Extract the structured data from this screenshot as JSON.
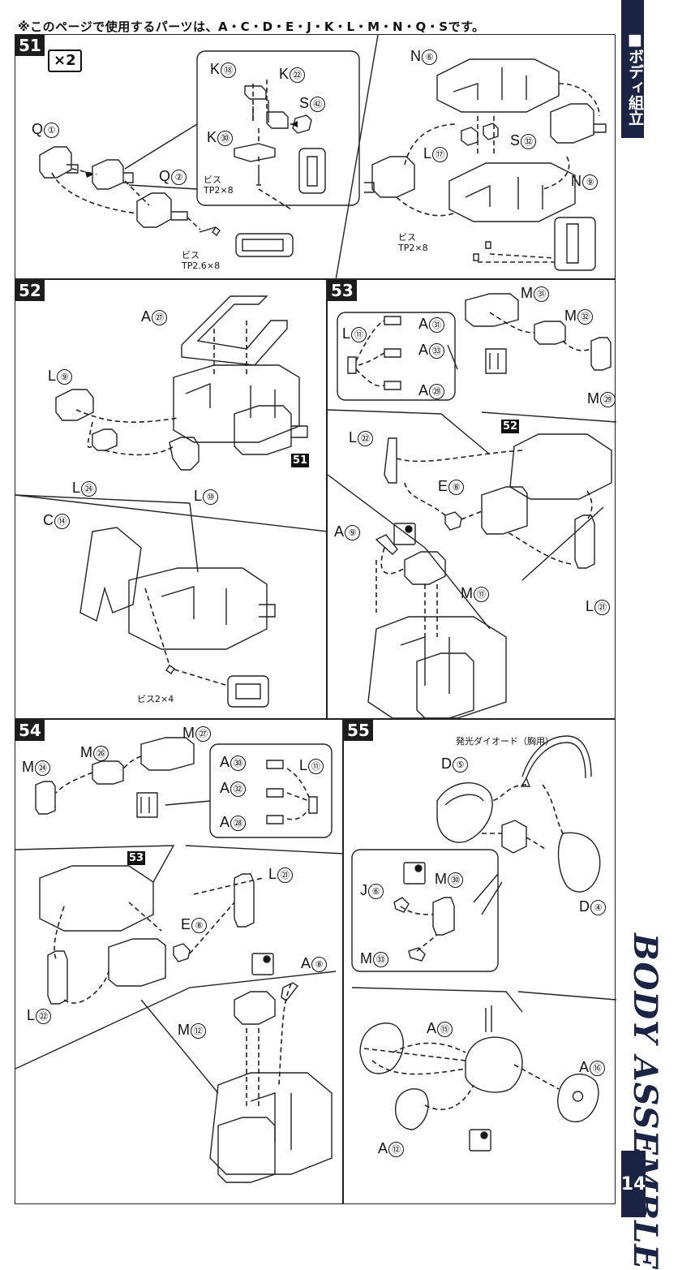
{
  "header": {
    "note": "※このページで使用するパーツは、A・C・D・E・J・K・L・M・N・Q・Sです。"
  },
  "sidebar": {
    "jp_title": "■ボディ組立",
    "en_title": "BODY ASSEMBLE",
    "page_number": "14"
  },
  "steps": {
    "s51": {
      "number": "51",
      "multiplier": "×2",
      "labels": [
        {
          "id": "q1",
          "ltr": "Q",
          "num": "①"
        },
        {
          "id": "q2",
          "ltr": "Q",
          "num": "②"
        },
        {
          "id": "k18",
          "ltr": "K",
          "num": "⑱"
        },
        {
          "id": "k22",
          "ltr": "K",
          "num": "㉒"
        },
        {
          "id": "k30",
          "ltr": "K",
          "num": "㉚"
        },
        {
          "id": "s42",
          "ltr": "S",
          "num": "㊷"
        },
        {
          "id": "n6",
          "ltr": "N",
          "num": "⑥"
        },
        {
          "id": "l17",
          "ltr": "L",
          "num": "⑰"
        },
        {
          "id": "s32",
          "ltr": "S",
          "num": "㉜"
        },
        {
          "id": "n9",
          "ltr": "N",
          "num": "⑨"
        }
      ],
      "screw_a": "ビス\nTP2×8",
      "screw_b": "ビス\nTP2.6×8",
      "screw_c": "ビス\nTP2×8"
    },
    "s52": {
      "number": "52",
      "ref": "51",
      "labels": [
        {
          "id": "a27",
          "ltr": "A",
          "num": "㉗"
        },
        {
          "id": "l9",
          "ltr": "L",
          "num": "⑨"
        },
        {
          "id": "l24",
          "ltr": "L",
          "num": "㉔"
        },
        {
          "id": "l10",
          "ltr": "L",
          "num": "⑩"
        },
        {
          "id": "c14",
          "ltr": "C",
          "num": "⑭"
        }
      ],
      "screw": "ビス2×4"
    },
    "s53": {
      "number": "53",
      "ref": "52",
      "labels": [
        {
          "id": "m31",
          "ltr": "M",
          "num": "㉛"
        },
        {
          "id": "m32",
          "ltr": "M",
          "num": "㉜"
        },
        {
          "id": "m29",
          "ltr": "M",
          "num": "㉙"
        },
        {
          "id": "l11",
          "ltr": "L",
          "num": "⑪"
        },
        {
          "id": "a31",
          "ltr": "A",
          "num": "㉛"
        },
        {
          "id": "a33",
          "ltr": "A",
          "num": "㉝"
        },
        {
          "id": "a29",
          "ltr": "A",
          "num": "㉙"
        },
        {
          "id": "l22",
          "ltr": "L",
          "num": "㉒"
        },
        {
          "id": "e8",
          "ltr": "E",
          "num": "⑧"
        },
        {
          "id": "a9",
          "ltr": "A",
          "num": "⑨"
        },
        {
          "id": "m11",
          "ltr": "M",
          "num": "⑪"
        },
        {
          "id": "l21",
          "ltr": "L",
          "num": "㉑"
        }
      ]
    },
    "s54": {
      "number": "54",
      "ref": "53",
      "labels": [
        {
          "id": "m27",
          "ltr": "M",
          "num": "㉗"
        },
        {
          "id": "m26",
          "ltr": "M",
          "num": "㉖"
        },
        {
          "id": "m24",
          "ltr": "M",
          "num": "㉔"
        },
        {
          "id": "a30",
          "ltr": "A",
          "num": "㉚"
        },
        {
          "id": "a32",
          "ltr": "A",
          "num": "㉜"
        },
        {
          "id": "a28",
          "ltr": "A",
          "num": "㉘"
        },
        {
          "id": "l11",
          "ltr": "L",
          "num": "⑪"
        },
        {
          "id": "l21",
          "ltr": "L",
          "num": "㉑"
        },
        {
          "id": "e8",
          "ltr": "E",
          "num": "⑧"
        },
        {
          "id": "l22",
          "ltr": "L",
          "num": "㉒"
        },
        {
          "id": "a8",
          "ltr": "A",
          "num": "⑧"
        },
        {
          "id": "m12",
          "ltr": "M",
          "num": "⑫"
        }
      ]
    },
    "s55": {
      "number": "55",
      "led_note": "発光ダイオード（胸用）",
      "labels": [
        {
          "id": "d5",
          "ltr": "D",
          "num": "⑤"
        },
        {
          "id": "d4",
          "ltr": "D",
          "num": "④"
        },
        {
          "id": "j6",
          "ltr": "J",
          "num": "⑥"
        },
        {
          "id": "m30",
          "ltr": "M",
          "num": "㉚"
        },
        {
          "id": "m33",
          "ltr": "M",
          "num": "㉝"
        },
        {
          "id": "a15",
          "ltr": "A",
          "num": "⑮"
        },
        {
          "id": "a16",
          "ltr": "A",
          "num": "⑯"
        },
        {
          "id": "a12",
          "ltr": "A",
          "num": "⑫"
        }
      ]
    }
  }
}
